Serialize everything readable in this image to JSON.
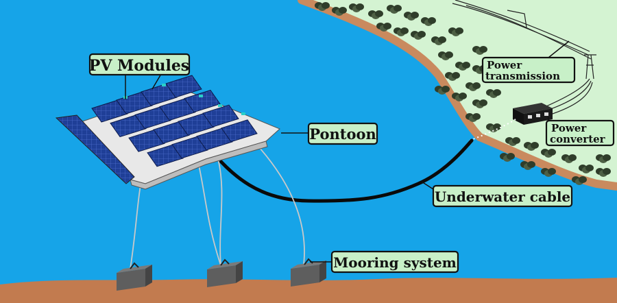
{
  "labels": {
    "pv_modules": "PV Modules",
    "pontoon": "Pontoon",
    "power_transmission_line1": "Power",
    "power_transmission_line2": "transmission",
    "power_converter_line1": "Power",
    "power_converter_line2": "converter",
    "underwater_cable": "Underwater cable",
    "mooring_system": "Mooring system"
  },
  "colors": {
    "water": "#16a4e8",
    "land": "#d4f3d2",
    "shore": "#c98a5e",
    "seabed": "#c27b4f",
    "label_fill": "#c8f0c8",
    "panel": "#1e3a8a"
  }
}
